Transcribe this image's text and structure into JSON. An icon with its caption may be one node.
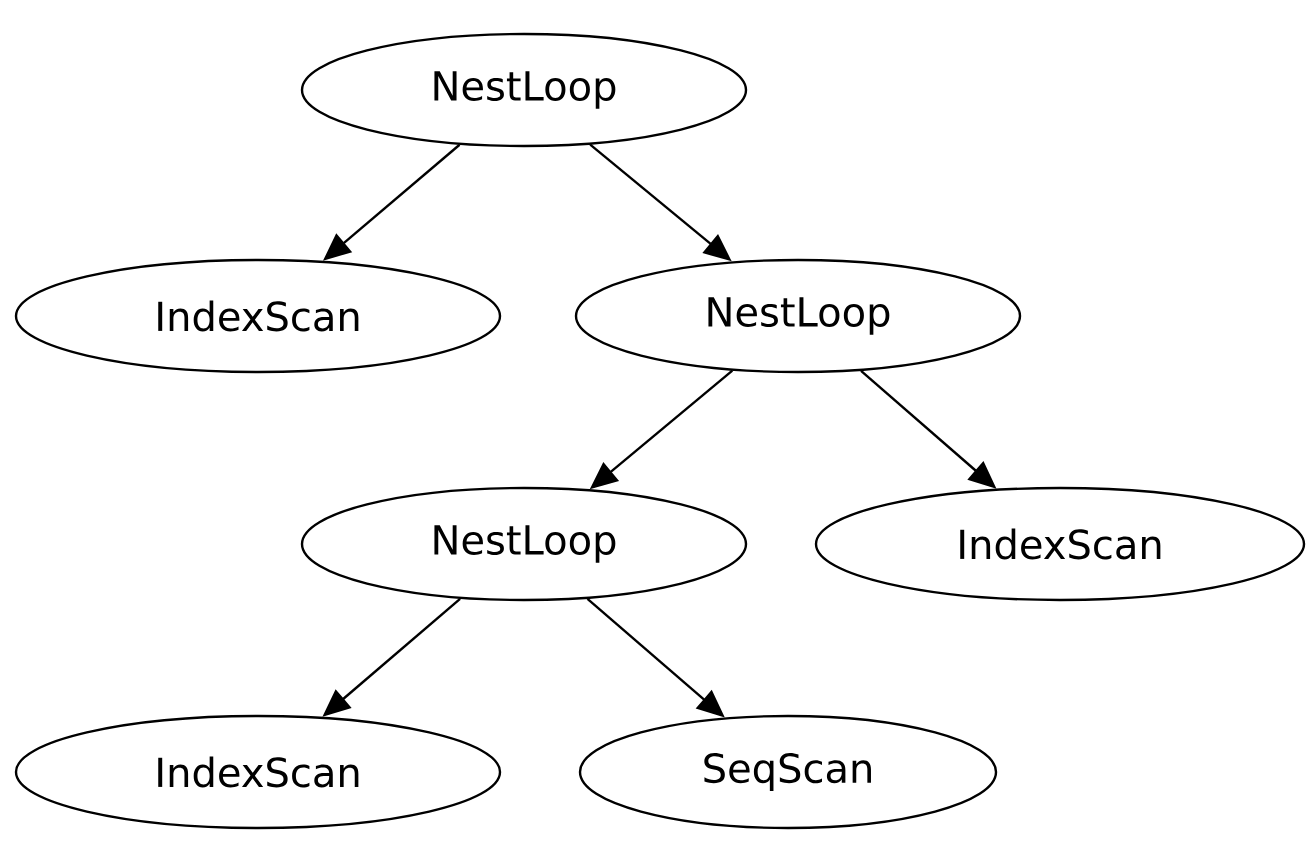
{
  "diagram": {
    "nodes": [
      {
        "text": [
          "NestLoop"
        ]
      },
      {
        "text": [
          "IndexScan"
        ]
      },
      {
        "text": [
          "NestLoop"
        ]
      },
      {
        "text": [
          "NestLoop"
        ]
      },
      {
        "text": [
          "IndexScan"
        ]
      },
      {
        "text": [
          "IndexScan"
        ]
      },
      {
        "text": [
          "SeqScan"
        ]
      }
    ],
    "edges": [
      {
        "from": 0,
        "to": 1,
        "arrow": "to"
      },
      {
        "from": 0,
        "to": 2,
        "arrow": "to"
      },
      {
        "from": 2,
        "to": 3,
        "arrow": "to"
      },
      {
        "from": 2,
        "to": 4,
        "arrow": "to"
      },
      {
        "from": 3,
        "to": 5,
        "arrow": "to"
      },
      {
        "from": 3,
        "to": 6,
        "arrow": "to"
      }
    ]
  }
}
